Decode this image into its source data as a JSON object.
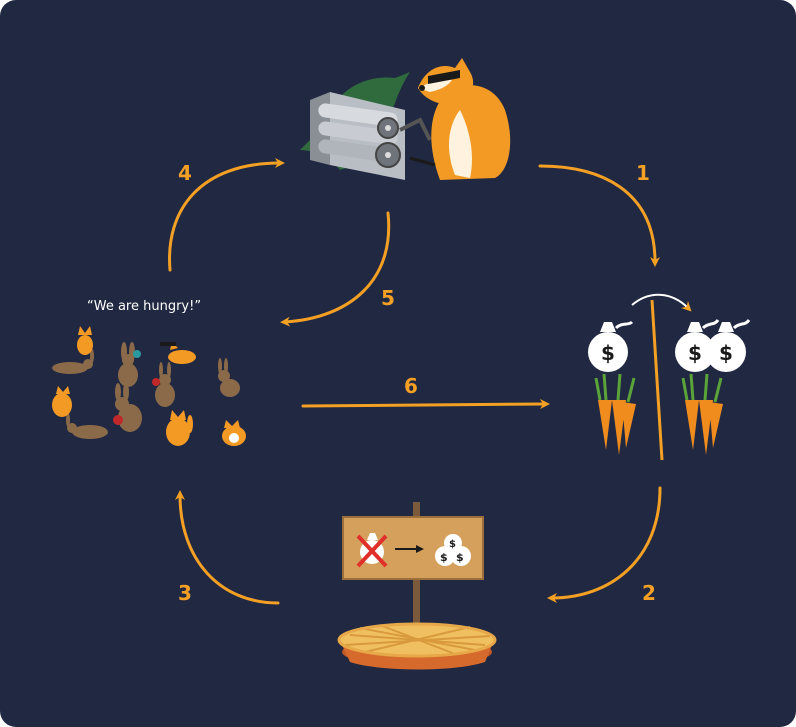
{
  "diagram": {
    "quote": "“We are hungry!”",
    "steps": [
      "1",
      "2",
      "3",
      "4",
      "5",
      "6"
    ],
    "sign_symbols": {
      "money": "$"
    },
    "colors": {
      "background": "#212842",
      "arrow": "#f4a024",
      "fox": "#f39a24",
      "carrot": "#f08c1e",
      "money_bag": "#ffffff",
      "printer_money": "#2f6b3c",
      "sign": "#d4a05c",
      "pie": "#f0c060"
    }
  }
}
